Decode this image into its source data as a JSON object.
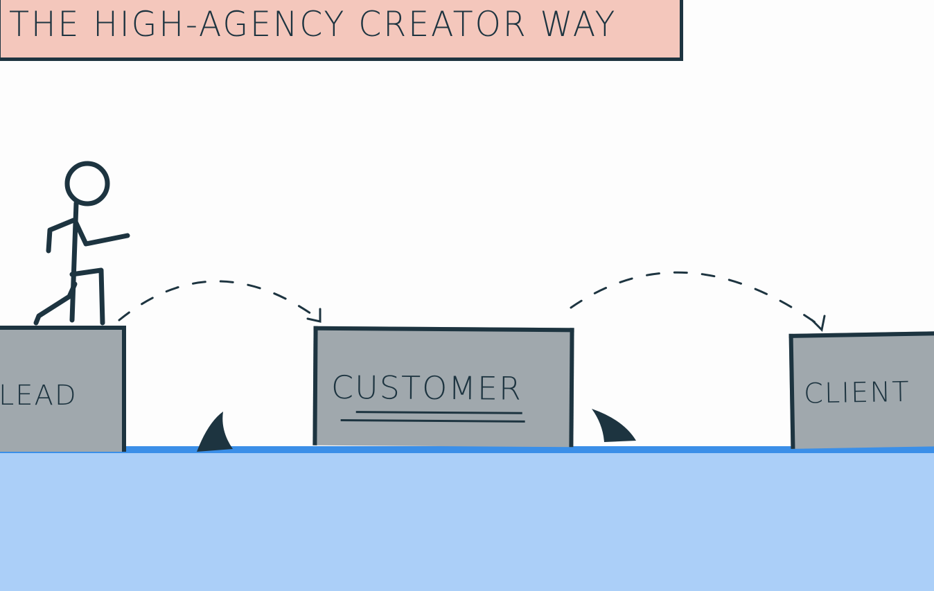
{
  "title": "THE HIGH-AGENCY CREATOR WAY",
  "stages": [
    {
      "label": "LEAD"
    },
    {
      "label": "CUSTOMER"
    },
    {
      "label": "CLIENT"
    }
  ],
  "colors": {
    "banner": "#f4c7bc",
    "ink": "#1d3440",
    "block": "#a0a8ad",
    "water": "#abcff8",
    "waterline": "#3b8fe8"
  }
}
